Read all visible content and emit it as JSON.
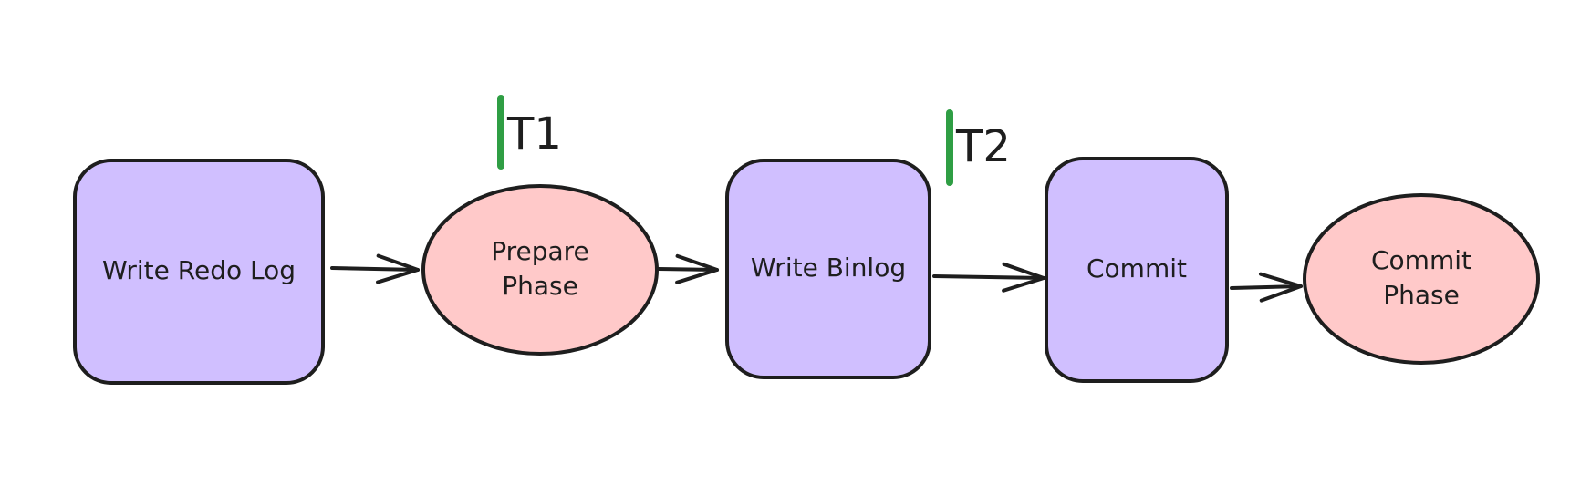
{
  "diagram": {
    "nodes": [
      {
        "id": "write-redo-log",
        "shape": "rounded-rect",
        "label_lines": [
          "Write Redo Log"
        ],
        "fill": "#d0bfff"
      },
      {
        "id": "prepare-phase",
        "shape": "ellipse",
        "label_lines": [
          "Prepare",
          "Phase"
        ],
        "fill": "#ffc9c9"
      },
      {
        "id": "write-binlog",
        "shape": "rounded-rect",
        "label_lines": [
          "Write Binlog"
        ],
        "fill": "#d0bfff"
      },
      {
        "id": "commit",
        "shape": "rounded-rect",
        "label_lines": [
          "Commit"
        ],
        "fill": "#d0bfff"
      },
      {
        "id": "commit-phase",
        "shape": "ellipse",
        "label_lines": [
          "Commit",
          "Phase"
        ],
        "fill": "#ffc9c9"
      }
    ],
    "edges": [
      {
        "from": "write-redo-log",
        "to": "prepare-phase"
      },
      {
        "from": "prepare-phase",
        "to": "write-binlog"
      },
      {
        "from": "write-binlog",
        "to": "commit"
      },
      {
        "from": "commit",
        "to": "commit-phase"
      }
    ],
    "markers": [
      {
        "id": "t1",
        "label": "T1",
        "color": "#2f9e44"
      },
      {
        "id": "t2",
        "label": "T2",
        "color": "#2f9e44"
      }
    ],
    "stroke_color": "#1e1e1e"
  }
}
